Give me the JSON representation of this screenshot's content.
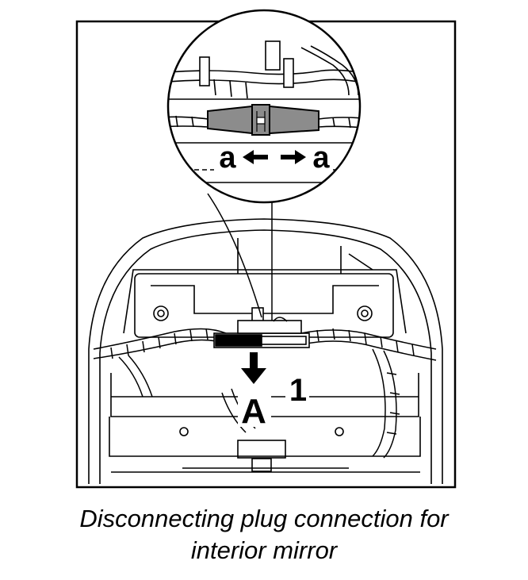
{
  "diagram": {
    "callout_labels": {
      "left": "a",
      "right": "a"
    },
    "labels": {
      "direction": "A",
      "part_number": "1"
    }
  },
  "caption": {
    "line1": "Disconnecting plug connection for",
    "line2": "interior mirror"
  },
  "colors": {
    "line": "#000000",
    "plug_fill": "#8c8c8c",
    "background": "#ffffff"
  }
}
